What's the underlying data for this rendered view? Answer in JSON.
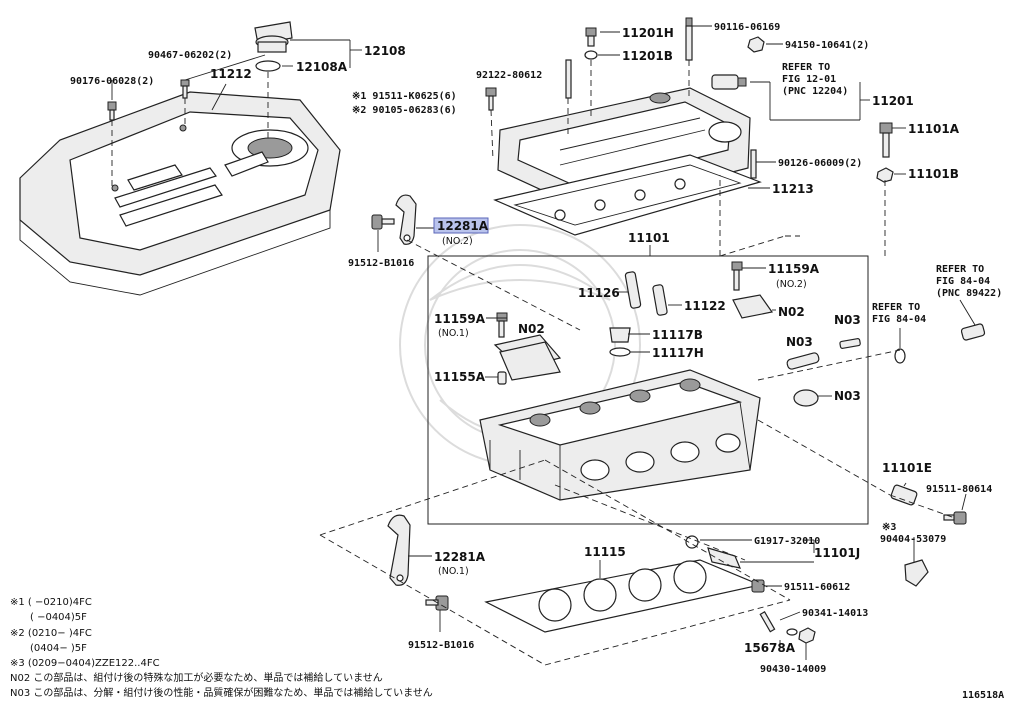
{
  "parts": {
    "p90467": "90467-06202(2)",
    "p12108": "12108",
    "p12108A": "12108A",
    "p90176": "90176-06028(2)",
    "p11212": "11212",
    "note1": "※1 91511-K0625(6)",
    "note2": "※2 90105-06283(6)",
    "p12281A_top": "12281A",
    "p12281A_top_sub": "(NO.2)",
    "p91512_top": "91512-B1016",
    "p11201H": "11201H",
    "p11201B": "11201B",
    "p92122": "92122-80612",
    "p90116": "90116-06169",
    "p94150": "94150-10641(2)",
    "refer1_a": "REFER TO",
    "refer1_b": "FIG 12-01",
    "refer1_c": "(PNC 12204)",
    "p11201": "11201",
    "p11101A": "11101A",
    "p90126": "90126-06009(2)",
    "p11101B": "11101B",
    "p11213": "11213",
    "p11101": "11101",
    "p11159A_r": "11159A",
    "p11159A_r_sub": "(NO.2)",
    "refer2_a": "REFER TO",
    "refer2_b": "FIG 84-04",
    "refer2_c": "(PNC 89422)",
    "refer3_a": "REFER TO",
    "refer3_b": "FIG 84-04",
    "p11126": "11126",
    "p11122": "11122",
    "pN02_r": "N02",
    "pN03_a": "N03",
    "p11159A_l": "11159A",
    "p11159A_l_sub": "(NO.1)",
    "pN02_l": "N02",
    "p11117B": "11117B",
    "p11117H": "11117H",
    "pN03_b": "N03",
    "p11155A": "11155A",
    "pN03_c": "N03",
    "p11101E": "11101E",
    "p91511_80614": "91511-80614",
    "note3": "※3",
    "p90404": "90404-53079",
    "pG1917": "G1917-32010",
    "p11101J": "11101J",
    "p11115": "11115",
    "p12281A_bot": "12281A",
    "p12281A_bot_sub": "(NO.1)",
    "p91511_60612": "91511-60612",
    "p90341": "90341-14013",
    "p91512_bot": "91512-B1016",
    "p15678A": "15678A",
    "p90430": "90430-14009"
  },
  "footnotes": {
    "f1a": "※1 (      −0210)4FC",
    "f1b": "(      −0404)5F",
    "f2a": "※2 (0210−      )4FC",
    "f2b": "(0404−      )5F",
    "f3": "※3 (0209−0404)ZZE122..4FC",
    "n02": "N02 この部品は、組付け後の特殊な加工が必要なため、単品では補給していません",
    "n03": "N03 この部品は、分解・組付け後の性能・品質確保が困難なため、単品では補給していません"
  },
  "figure_id": "116518A",
  "highlight_color": "#b9c3ec"
}
